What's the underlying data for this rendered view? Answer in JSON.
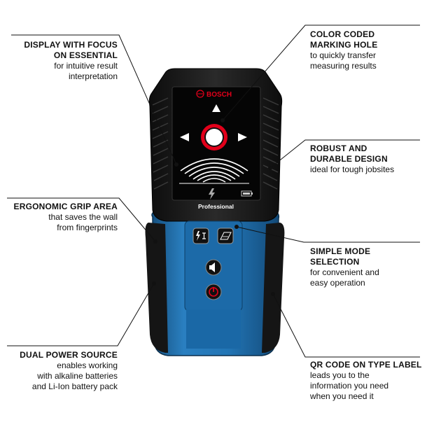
{
  "device": {
    "brand": "BOSCH",
    "model": "Professional"
  },
  "callouts": {
    "display": {
      "head_1": "DISPLAY WITH FOCUS",
      "head_2": "ON ESSENTIAL",
      "desc_1": "for intuitive result",
      "desc_2": "interpretation"
    },
    "marking": {
      "head_1": "COLOR CODED",
      "head_2": "MARKING HOLE",
      "desc_1": "to quickly transfer",
      "desc_2": "measuring results"
    },
    "robust": {
      "head_1": "ROBUST AND",
      "head_2": "DURABLE DESIGN",
      "desc_1": "ideal for tough jobsites"
    },
    "grip": {
      "head_1": "ERGONOMIC GRIP AREA",
      "desc_1": "that saves the wall",
      "desc_2": "from fingerprints"
    },
    "mode": {
      "head_1": "SIMPLE MODE",
      "head_2": "SELECTION",
      "desc_1": "for convenient and",
      "desc_2": "easy operation"
    },
    "power": {
      "head_1": "DUAL POWER SOURCE",
      "desc_1": "enables working",
      "desc_2": "with alkaline batteries",
      "desc_3": "and Li-Ion battery pack"
    },
    "qr": {
      "head_1": "QR CODE ON TYPE LABEL",
      "desc_1": "leads you to the",
      "desc_2": "information you need",
      "desc_3": "when you need it"
    }
  },
  "colors": {
    "body_black": "#1c1c1c",
    "body_blue": "#1f6fb0",
    "accent_red": "#e2001a",
    "screen": "#0a0a0a"
  }
}
